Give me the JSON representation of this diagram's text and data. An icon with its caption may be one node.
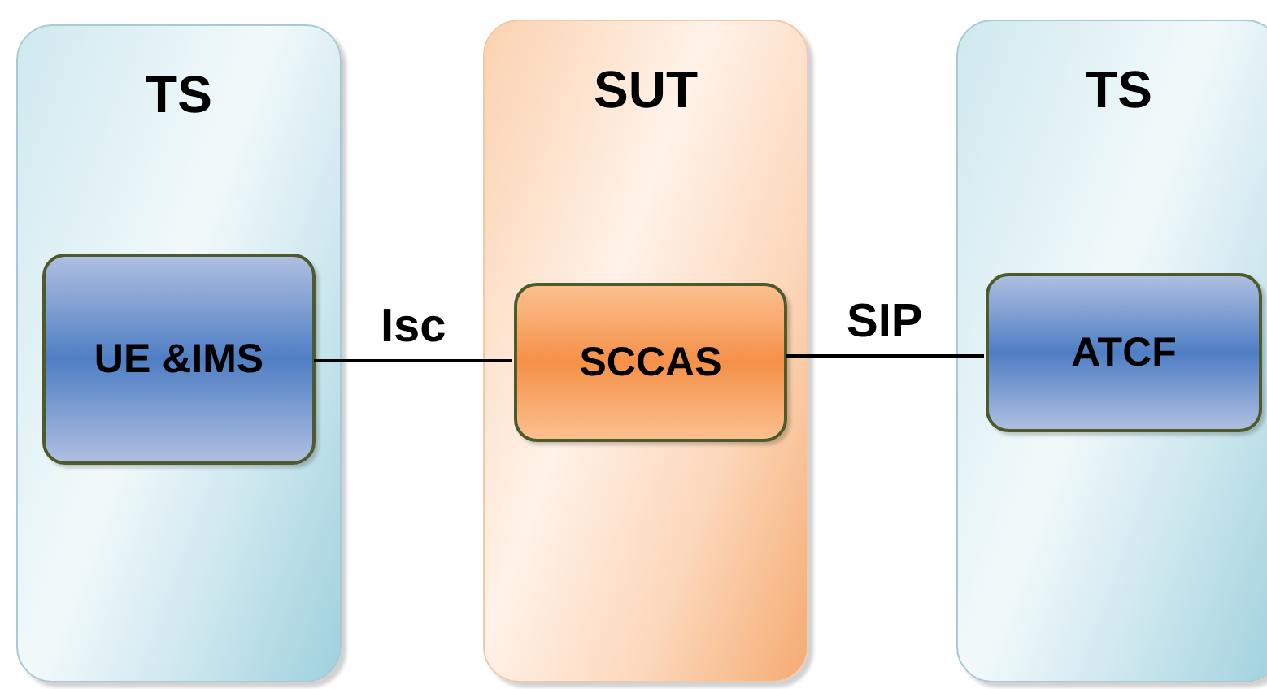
{
  "diagram": {
    "nodes": [
      {
        "text": [
          "TS"
        ]
      },
      {
        "text": [
          "UE &IMS"
        ],
        "in": 0
      },
      {
        "text": [
          "SUT"
        ]
      },
      {
        "text": [
          "SCCAS"
        ],
        "in": 2
      },
      {
        "text": [
          "TS"
        ]
      },
      {
        "text": [
          "ATCF"
        ],
        "in": 4
      }
    ],
    "edges": [
      {
        "from": 1,
        "to": 3,
        "arrow": "none",
        "label": "Isc"
      },
      {
        "from": 3,
        "to": 5,
        "arrow": "none",
        "label": "SIP"
      }
    ]
  }
}
